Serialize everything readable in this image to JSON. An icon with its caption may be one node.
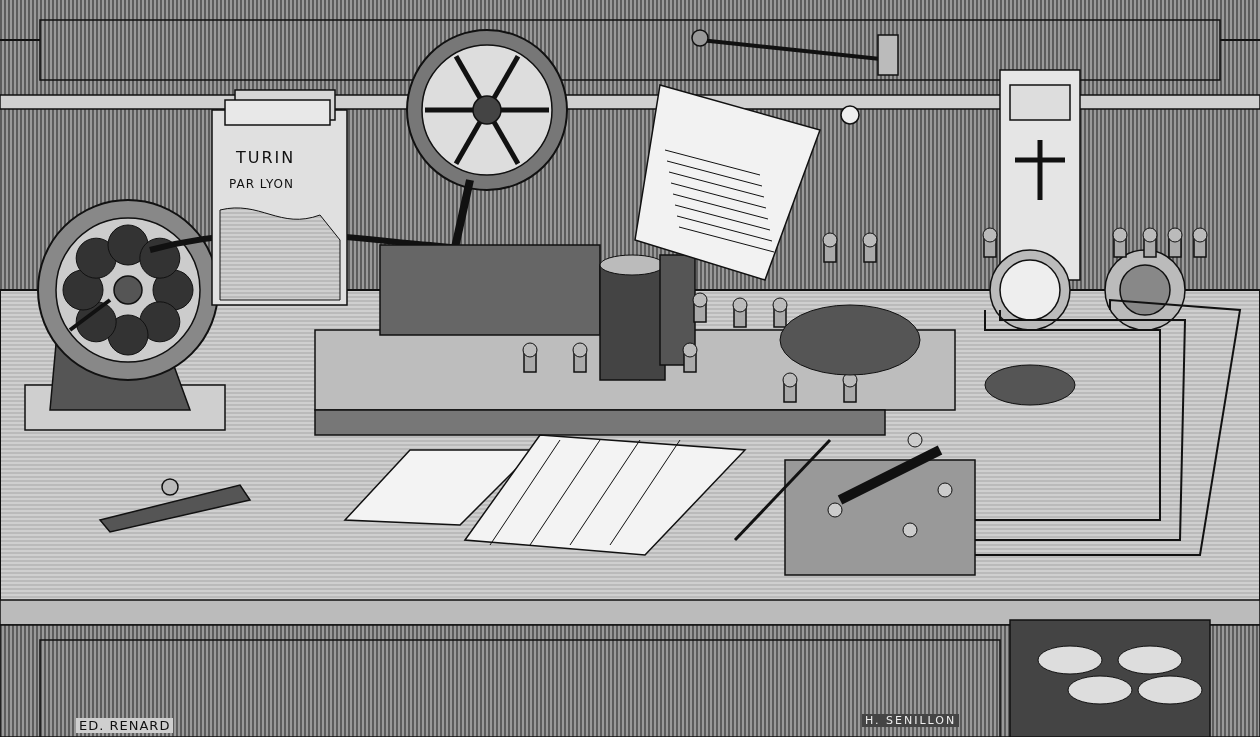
{
  "diagram": {
    "labels": [
      "TURIN",
      "PAR LYON",
      "ED. RENARD",
      "H. SENILLON"
    ]
  }
}
